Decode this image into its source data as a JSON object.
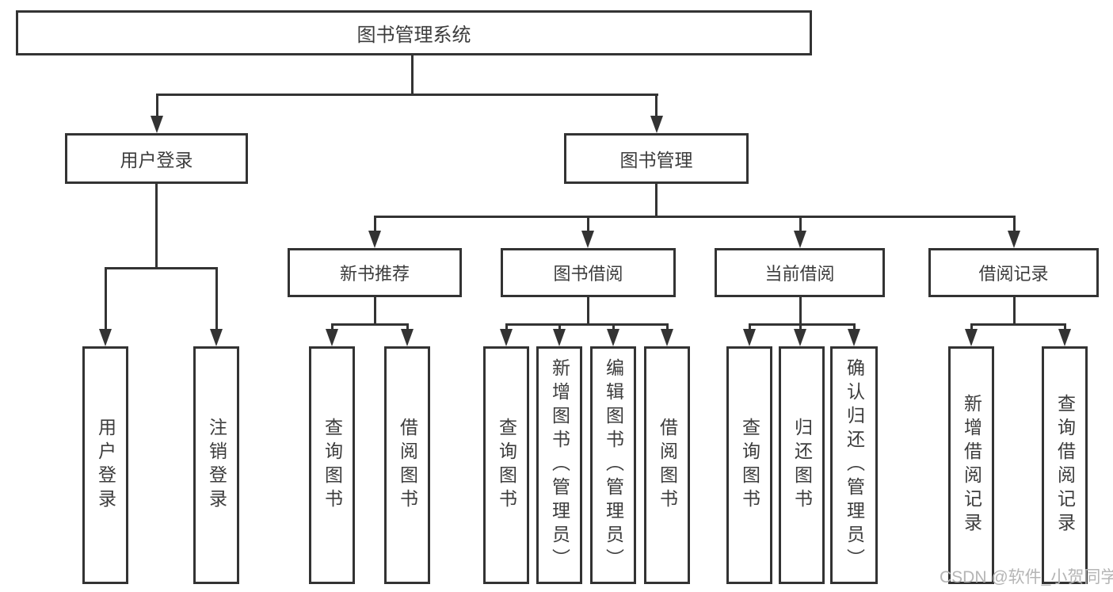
{
  "tree": {
    "label": "图书管理系统",
    "children": [
      {
        "label": "用户登录",
        "children": [
          {
            "label": "用户登录"
          },
          {
            "label": "注销登录"
          }
        ]
      },
      {
        "label": "图书管理",
        "children": [
          {
            "label": "新书推荐",
            "children": [
              {
                "label": "查询图书"
              },
              {
                "label": "借阅图书"
              }
            ]
          },
          {
            "label": "图书借阅",
            "children": [
              {
                "label": "查询图书"
              },
              {
                "label": "新增图书（管理员）"
              },
              {
                "label": "编辑图书（管理员）"
              },
              {
                "label": "借阅图书"
              }
            ]
          },
          {
            "label": "当前借阅",
            "children": [
              {
                "label": "查询图书"
              },
              {
                "label": "归还图书"
              },
              {
                "label": "确认归还（管理员）"
              }
            ]
          },
          {
            "label": "借阅记录",
            "children": [
              {
                "label": "新增借阅记录"
              },
              {
                "label": "查询借阅记录"
              }
            ]
          }
        ]
      }
    ]
  },
  "watermark": {
    "text": "CSDN @软件_小贺同学"
  },
  "colors": {
    "line": "#333333",
    "text": "#3c3c3c",
    "background": "#ffffff",
    "watermark": "#b5b5b5"
  }
}
